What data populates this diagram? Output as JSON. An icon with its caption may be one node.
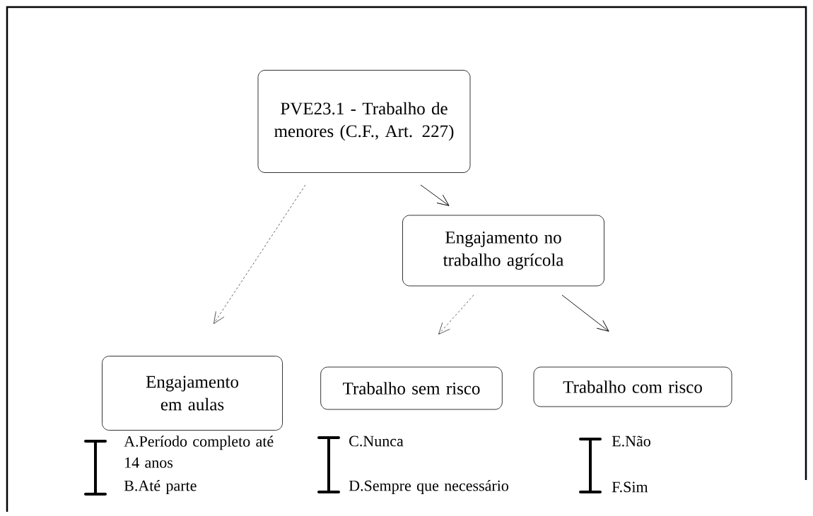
{
  "diagram": {
    "nodes": [
      {
        "text": [
          "PVE23.1 - Trabalho de menores (C.F., Art. 227)"
        ]
      },
      {
        "text": [
          "Engajamento no trabalho agrícola"
        ]
      },
      {
        "text": [
          "Engajamento em aulas"
        ]
      },
      {
        "text": [
          "Trabalho sem risco"
        ]
      },
      {
        "text": [
          "Trabalho com risco"
        ]
      }
    ],
    "edges": [
      {
        "from": 0,
        "to": 2,
        "arrow": "to",
        "style": "dashed"
      },
      {
        "from": 0,
        "to": 1,
        "arrow": "to"
      },
      {
        "from": 1,
        "to": 3,
        "arrow": "to",
        "style": "dashed"
      },
      {
        "from": 1,
        "to": 4,
        "arrow": "to"
      }
    ],
    "labels": [
      "A.Período completo até 14 anos",
      "C.Nunca",
      "E.Não",
      "B.Até parte",
      "D.Sempre que necessário",
      "F.Sim"
    ]
  }
}
